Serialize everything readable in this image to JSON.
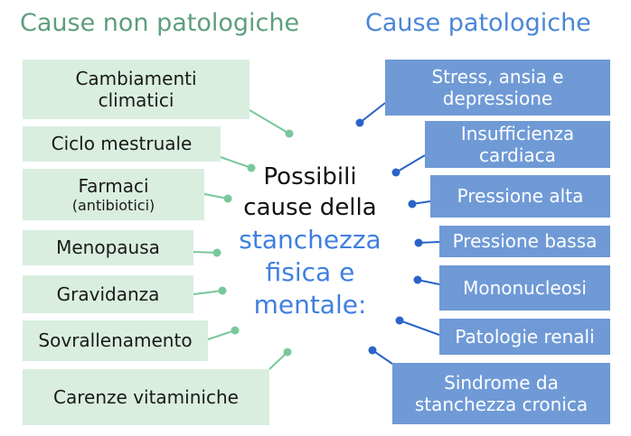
{
  "headings": {
    "left": "Cause non patologiche",
    "right": "Cause patologiche"
  },
  "center": {
    "line1": "Possibili",
    "line2": "cause della",
    "highlight": "stanchezza\nfisica e\nmentale:"
  },
  "non_pathological": [
    {
      "label": "Cambiamenti\nclimatici",
      "sub": ""
    },
    {
      "label": "Ciclo mestruale",
      "sub": ""
    },
    {
      "label": "Farmaci",
      "sub": "(antibiotici)"
    },
    {
      "label": "Menopausa",
      "sub": ""
    },
    {
      "label": "Gravidanza",
      "sub": ""
    },
    {
      "label": "Sovrallenamento",
      "sub": ""
    },
    {
      "label": "Carenze vitaminiche",
      "sub": ""
    }
  ],
  "pathological": [
    {
      "label": "Stress, ansia e\ndepressione"
    },
    {
      "label": "Insufficienza\ncardiaca"
    },
    {
      "label": "Pressione alta"
    },
    {
      "label": "Pressione bassa"
    },
    {
      "label": "Mononucleosi"
    },
    {
      "label": "Patologie renali"
    },
    {
      "label": "Sindrome da\nstanchezza cronica"
    }
  ],
  "colors": {
    "green_box": "#d9eedf",
    "green_connector": "#79c79a",
    "blue_box": "#6f9ad6",
    "blue_connector": "#2b63c8",
    "green_heading": "#5e9e7e",
    "blue_heading": "#4a86d8"
  }
}
